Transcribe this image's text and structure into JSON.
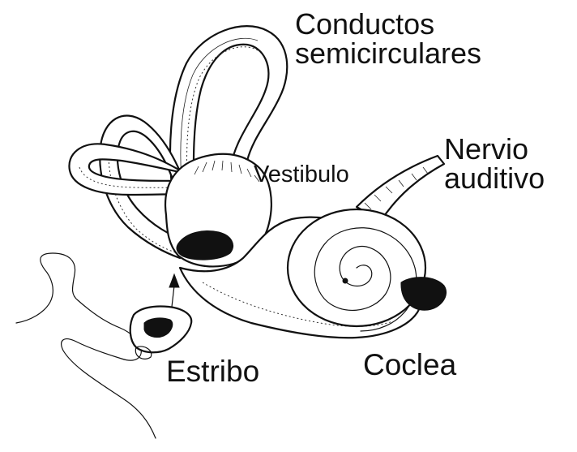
{
  "labels": {
    "semicircular_line1": "Conductos",
    "semicircular_line2": "semicirculares",
    "nerve_line1": "Nervio",
    "nerve_line2": "auditivo",
    "vestibule": "Vestibulo",
    "stapes": "Estribo",
    "cochlea": "Coclea"
  },
  "colors": {
    "ink": "#111111",
    "background": "#ffffff"
  }
}
